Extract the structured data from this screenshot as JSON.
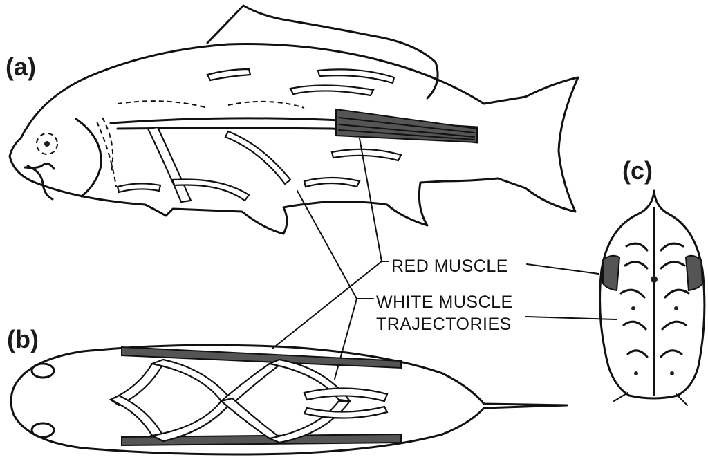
{
  "panels": {
    "a": "(a)",
    "b": "(b)",
    "c": "(c)"
  },
  "callouts": {
    "red_muscle": "RED MUSCLE",
    "white_muscle_line1": "WHITE MUSCLE",
    "white_muscle_line2": "TRAJECTORIES"
  },
  "colors": {
    "ink": "#111111",
    "background": "#ffffff"
  }
}
